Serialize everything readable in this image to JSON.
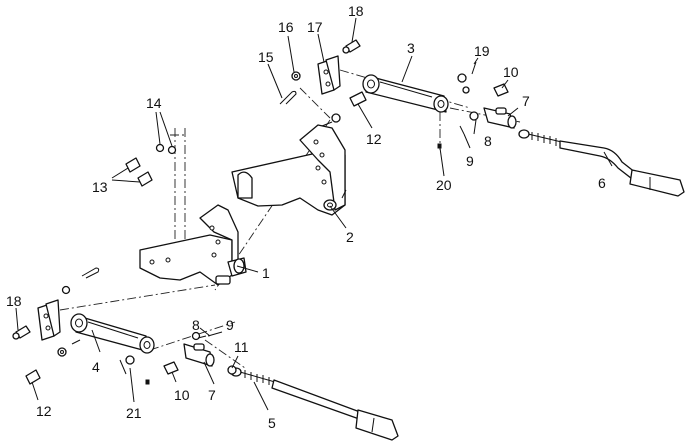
{
  "callouts": {
    "c1": "1",
    "c2": "2",
    "c3": "3",
    "c4": "4",
    "c5": "5",
    "c6": "6",
    "c7a": "7",
    "c7b": "7",
    "c8a": "8",
    "c8b": "8",
    "c9a": "9",
    "c9b": "9",
    "c10a": "10",
    "c10b": "10",
    "c11": "11",
    "c12a": "12",
    "c12b": "12",
    "c13": "13",
    "c14": "14",
    "c15": "15",
    "c16": "16",
    "c17": "17",
    "c18a": "18",
    "c18b": "18",
    "c19": "19",
    "c20": "20",
    "c21": "21"
  }
}
